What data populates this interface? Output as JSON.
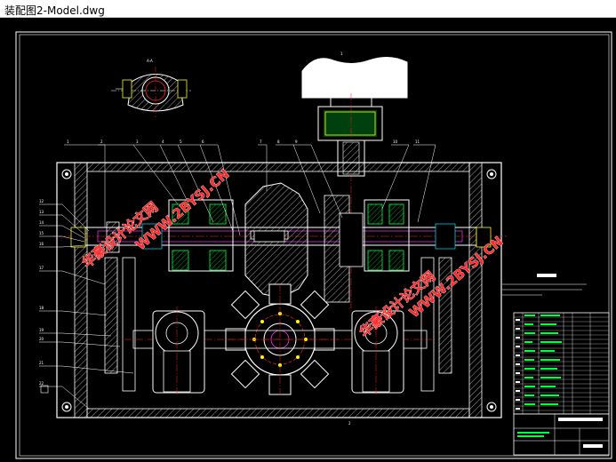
{
  "window": {
    "title": "装配图2-Model.dwg"
  },
  "watermarks": [
    {
      "text": "华豪设计论文网",
      "id": "wm1"
    },
    {
      "text": "WWW.2BYSJ.CN",
      "id": "wm2"
    },
    {
      "text": "华豪设计论文网",
      "id": "wm3"
    },
    {
      "text": "WWW.2BYSJ.CN",
      "id": "wm4"
    }
  ],
  "colors": {
    "background": "#000000",
    "frame": "#ffffff",
    "green": "#00ff3c",
    "yellow": "#ffff00",
    "cyan": "#00e5ff",
    "magenta": "#ff33ff",
    "red": "#ff2020"
  }
}
